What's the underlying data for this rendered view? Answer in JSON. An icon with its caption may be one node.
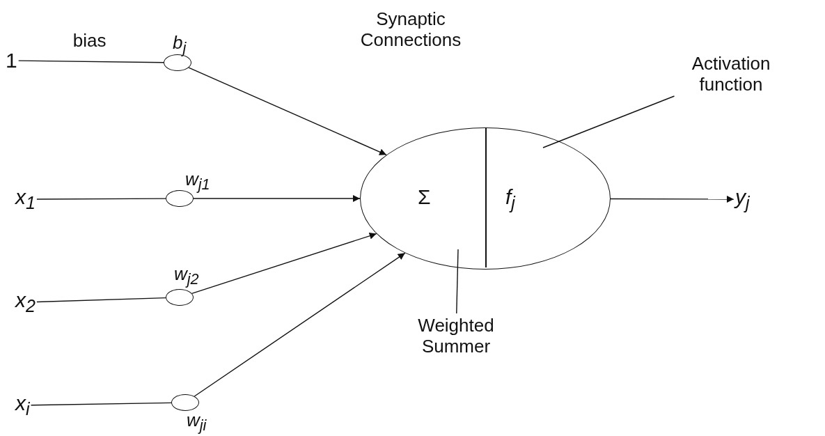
{
  "diagram": {
    "nodes": [
      {
        "text": [
          "1"
        ]
      },
      {
        "text": [
          "x$_{1}$"
        ]
      },
      {
        "text": [
          "x$_{2}$"
        ]
      },
      {
        "text": [
          "x$_{i}$"
        ]
      },
      {
        "text": [],
        "shape": "circle",
        "beside": [
          "b$_{j}$"
        ]
      },
      {
        "text": [],
        "shape": "circle",
        "beside": [
          "w$_{j1}$"
        ]
      },
      {
        "text": [],
        "shape": "circle",
        "beside": [
          "w$_{j2}$"
        ]
      },
      {
        "text": [],
        "shape": "circle",
        "beside": [
          "w$_{ji}$"
        ]
      },
      {
        "text": [
          "Σ",
          "f$_{j}$"
        ]
      },
      {
        "text": [
          "y$_{j}$"
        ]
      },
      {
        "text": [
          "Weighted Summer"
        ]
      },
      {
        "text": [
          "Activation function"
        ]
      }
    ],
    "edges": [
      {
        "from": 0,
        "to": 4,
        "arrow": "none",
        "label": "bias"
      },
      {
        "from": 1,
        "to": 5,
        "arrow": "none"
      },
      {
        "from": 2,
        "to": 6,
        "arrow": "none"
      },
      {
        "from": 3,
        "to": 7,
        "arrow": "none"
      },
      {
        "from": 4,
        "to": 8,
        "arrow": "to"
      },
      {
        "from": 5,
        "to": 8,
        "arrow": "to"
      },
      {
        "from": 6,
        "to": 8,
        "arrow": "to"
      },
      {
        "from": 7,
        "to": 8,
        "arrow": "to"
      },
      {
        "from": 8,
        "to": 9,
        "arrow": "to"
      },
      {
        "from": 10,
        "to": 8,
        "arrow": "none"
      },
      {
        "from": 11,
        "to": 8,
        "arrow": "none"
      }
    ],
    "labels": [
      "Synaptic Connections"
    ]
  }
}
